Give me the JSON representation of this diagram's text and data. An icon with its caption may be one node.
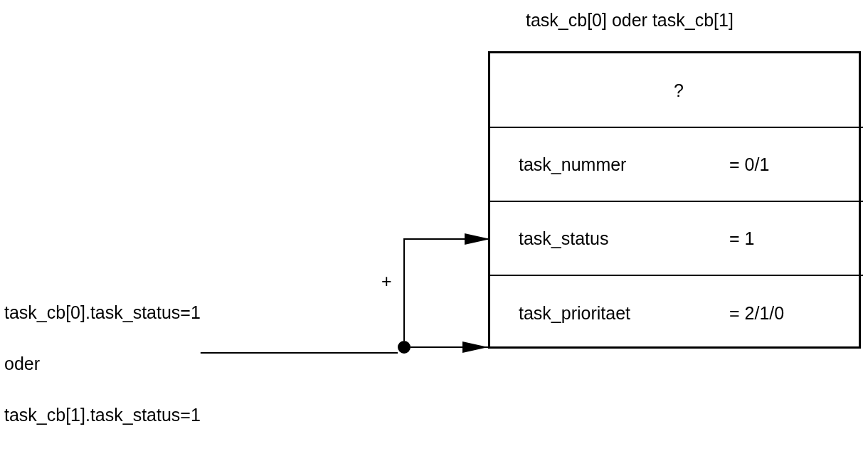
{
  "diagram": {
    "nodes": [
      {
        "text": [
          "task_cb[0] oder task_cb[1]"
        ]
      },
      {
        "text": [
          "?"
        ],
        "in": 0
      },
      {
        "text": [
          "task_nummer",
          "= 0/1"
        ],
        "in": 0
      },
      {
        "text": [
          "task_status",
          "= 1"
        ],
        "in": 0
      },
      {
        "text": [
          "task_prioritaet",
          "= 2/1/0"
        ],
        "in": 0
      },
      {
        "text": [
          "task_cb[0].task_status=1",
          "oder",
          "task_cb[1].task_status=1"
        ]
      },
      {
        "text": [],
        "shape": "circle"
      }
    ],
    "edges": [
      {
        "from": 5,
        "to": 6,
        "arrow": "none"
      },
      {
        "from": 6,
        "to": 3,
        "arrow": "to",
        "label": "+"
      },
      {
        "from": 6,
        "to": 0,
        "arrow": "to"
      }
    ]
  }
}
